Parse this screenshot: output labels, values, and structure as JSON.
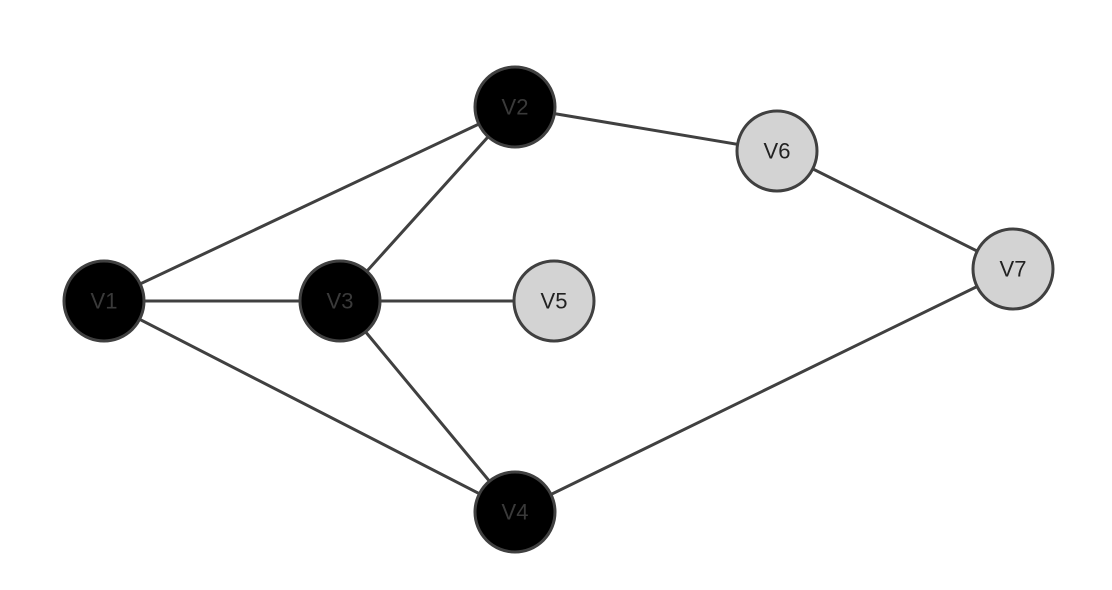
{
  "graph": {
    "nodes": [
      {
        "id": "v1",
        "label": "V1",
        "style": "dark"
      },
      {
        "id": "v2",
        "label": "V2",
        "style": "dark"
      },
      {
        "id": "v3",
        "label": "V3",
        "style": "dark"
      },
      {
        "id": "v4",
        "label": "V4",
        "style": "dark"
      },
      {
        "id": "v5",
        "label": "V5",
        "style": "light"
      },
      {
        "id": "v6",
        "label": "V6",
        "style": "light"
      },
      {
        "id": "v7",
        "label": "V7",
        "style": "light"
      }
    ],
    "edges": [
      [
        "v1",
        "v2"
      ],
      [
        "v1",
        "v3"
      ],
      [
        "v1",
        "v4"
      ],
      [
        "v2",
        "v3"
      ],
      [
        "v2",
        "v6"
      ],
      [
        "v3",
        "v5"
      ],
      [
        "v3",
        "v4"
      ],
      [
        "v6",
        "v7"
      ],
      [
        "v7",
        "v4"
      ]
    ]
  },
  "colors": {
    "dark_fill": "#000000",
    "dark_text": "#3a3a3a",
    "light_fill": "#d3d3d3",
    "light_text": "#222222",
    "stroke": "#404040"
  }
}
